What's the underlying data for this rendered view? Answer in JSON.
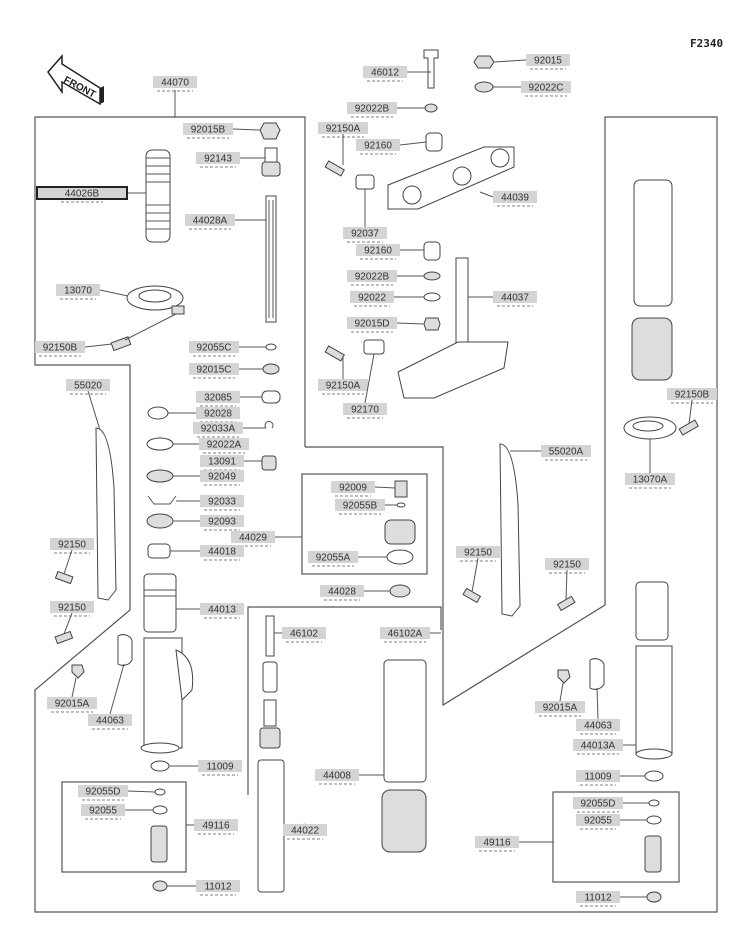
{
  "figure_code": "F2340",
  "front_arrow_text": "FRONT",
  "labels": [
    "44070",
    "46012",
    "92015",
    "92022B",
    "92022C",
    "92015B",
    "92150A",
    "92143",
    "92160",
    "44026B",
    "44028A",
    "44039",
    "92037",
    "92160",
    "92022B",
    "44037",
    "92022",
    "13070",
    "92015D",
    "92150B",
    "92055C",
    "92015C",
    "92150A",
    "92170",
    "92150B",
    "32085",
    "92028",
    "92033A",
    "92022A",
    "13091",
    "92049",
    "55020",
    "55020A",
    "13070A",
    "92009",
    "92055B",
    "92033",
    "92093",
    "44029",
    "92055A",
    "44018",
    "92150",
    "92150",
    "92150",
    "44028",
    "92150",
    "44013",
    "46102",
    "46102A",
    "92015A",
    "44063",
    "92015A",
    "44063",
    "44013A",
    "11009",
    "11009",
    "44008",
    "92055D",
    "92055",
    "49116",
    "44022",
    "49116",
    "92055D",
    "92055",
    "11012",
    "11012"
  ]
}
